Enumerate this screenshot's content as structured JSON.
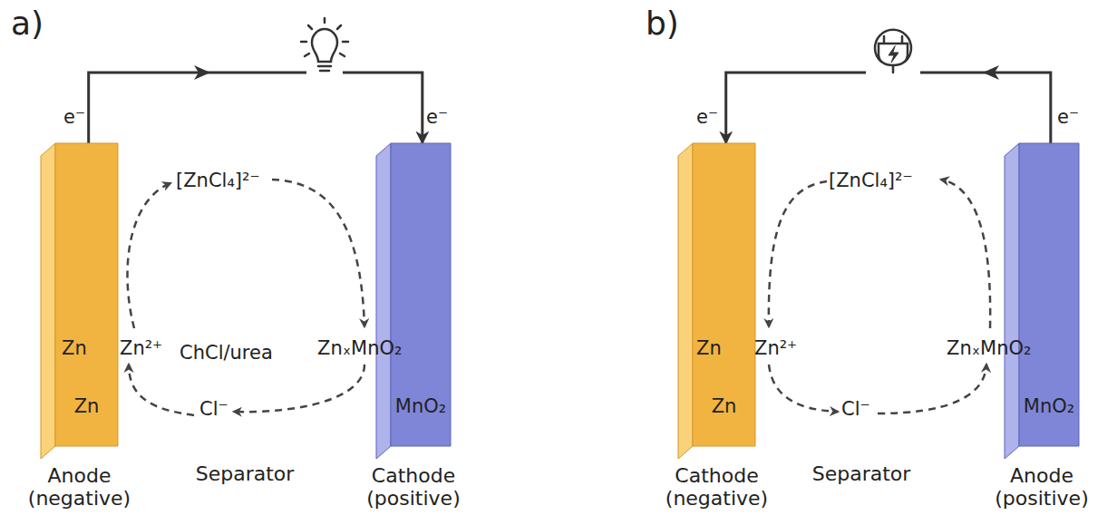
{
  "diagram": {
    "nodes": [
      {
        "text": [
          "Zn",
          "Anode (negative)"
        ]
      },
      {
        "text": [
          "MnO₂",
          "Cathode (positive)"
        ]
      },
      {
        "text": [
          "Zn",
          "Cathode (negative)"
        ]
      },
      {
        "text": [
          "MnO₂",
          "Anode (positive)"
        ]
      }
    ],
    "edges": [
      {
        "from": 0,
        "to": 1,
        "arrow": "to"
      },
      {
        "from": 3,
        "to": 2,
        "arrow": "to"
      }
    ],
    "labels": [
      "a)",
      "e⁻",
      "e⁻",
      "[ZnCl₄]²⁻",
      "Zn",
      "Zn²⁺",
      "ZnₓMnO₂",
      "ChCl/urea",
      "Cl⁻",
      "Separator",
      "b)",
      "e⁻",
      "e⁻",
      "[ZnCl₄]²⁻",
      "Zn",
      "Zn²⁺",
      "ZnₓMnO₂",
      "Cl⁻",
      "Separator"
    ]
  }
}
